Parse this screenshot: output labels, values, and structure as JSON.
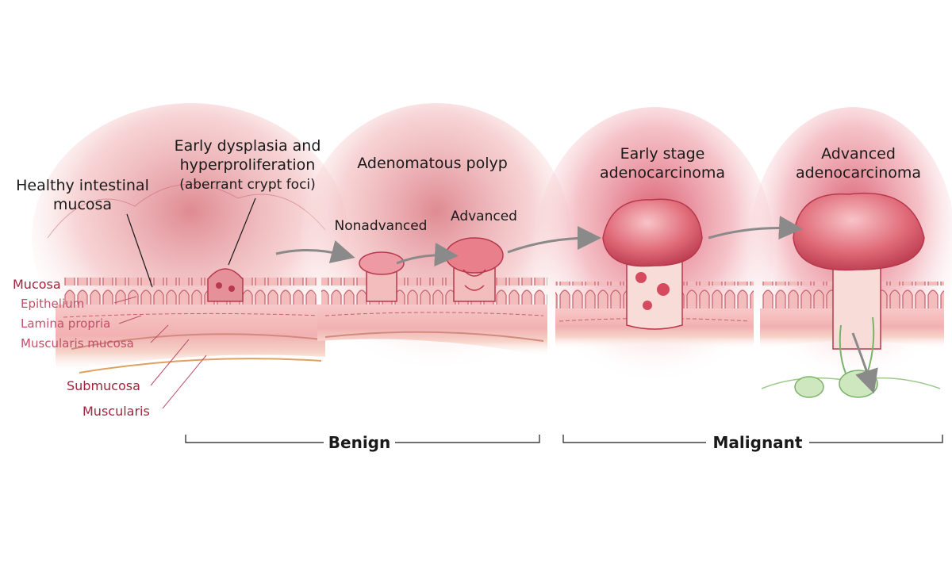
{
  "stages": {
    "healthy": {
      "line1": "Healthy intestinal",
      "line2": "mucosa"
    },
    "early_dysplasia": {
      "line1": "Early dysplasia and",
      "line2": "hyperproliferation",
      "line3": "(aberrant crypt foci)"
    },
    "polyp": {
      "title": "Adenomatous polyp",
      "nonadvanced": "Nonadvanced",
      "advanced": "Advanced"
    },
    "early_adeno": {
      "line1": "Early stage",
      "line2": "adenocarcinoma"
    },
    "advanced_adeno": {
      "line1": "Advanced",
      "line2": "adenocarcinoma"
    }
  },
  "layers": {
    "mucosa": "Mucosa",
    "epithelium": "Epithelium",
    "lamina_propria": "Lamina propria",
    "muscularis_mucosa": "Muscularis mucosa",
    "submucosa": "Submucosa",
    "muscularis": "Muscularis"
  },
  "brackets": {
    "benign": "Benign",
    "malignant": "Malignant"
  },
  "colors": {
    "tissue": "#f2b7b9",
    "tissue_dark": "#d9767f",
    "lumen": "#e89a9a",
    "submucosa": "#f6d3c8",
    "muscularis": "#ebb59e",
    "tumor": "#e06a78",
    "label_red": "#a2243c",
    "lymph": "#9cc98a",
    "arrow": "#8a8a8a"
  }
}
